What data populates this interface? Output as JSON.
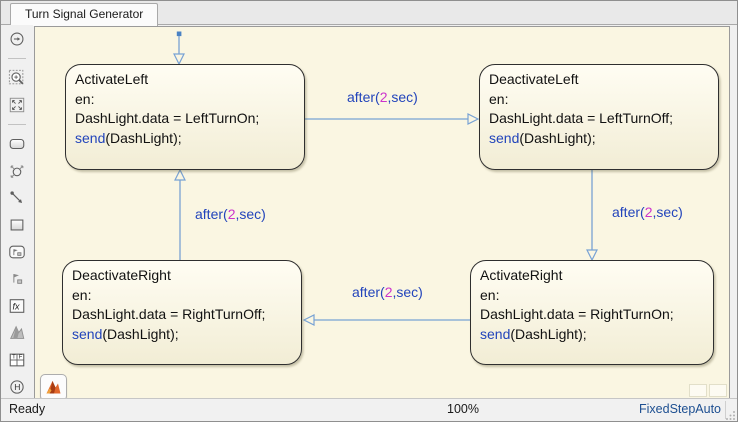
{
  "window": {
    "tab_title": "Turn Signal Generator"
  },
  "toolbar": {
    "icons": [
      "goto-diagram",
      "zoom-to-selection",
      "fit-to-view",
      "state-tool",
      "junction-tool",
      "default-transition-tool",
      "box-tool",
      "atomic-subchart-tool",
      "link-chart-tool",
      "matlab-function-tool",
      "simulink-function-tool",
      "truth-table-tool",
      "history-junction-tool"
    ],
    "glyphs": {
      "fx": "fx",
      "t": "T",
      "f": "F",
      "h": "H"
    }
  },
  "canvas": {
    "states": {
      "activate_left": {
        "title": "ActivateLeft",
        "entry": "en:",
        "action": "DashLight.data = LeftTurnOn;",
        "send_kw": "send",
        "send_rest": "(DashLight);"
      },
      "deactivate_left": {
        "title": "DeactivateLeft",
        "entry": "en:",
        "action": "DashLight.data = LeftTurnOff;",
        "send_kw": "send",
        "send_rest": "(DashLight);"
      },
      "deactivate_right": {
        "title": "DeactivateRight",
        "entry": "en:",
        "action": "DashLight.data = RightTurnOff;",
        "send_kw": "send",
        "send_rest": "(DashLight);"
      },
      "activate_right": {
        "title": "ActivateRight",
        "entry": "en:",
        "action": "DashLight.data = RightTurnOn;",
        "send_kw": "send",
        "send_rest": "(DashLight);"
      }
    },
    "transitions": [
      {
        "id": "default-transition",
        "pre": "",
        "num": "",
        "post": ""
      },
      {
        "id": "activateleft-to-deactivateleft",
        "pre": "after(",
        "num": "2",
        "post": ",sec)"
      },
      {
        "id": "deactivateleft-to-activateright",
        "pre": "after(",
        "num": "2",
        "post": ",sec)"
      },
      {
        "id": "activateright-to-deactivateright",
        "pre": "after(",
        "num": "2",
        "post": ",sec)"
      },
      {
        "id": "deactivateright-to-activateleft",
        "pre": "after(",
        "num": "2",
        "post": ",sec)"
      }
    ]
  },
  "statusbar": {
    "status": "Ready",
    "zoom": "100%",
    "solver": "FixedStepAuto"
  },
  "colors": {
    "canvas_bg": "#faf6e2",
    "state_fill_top": "#fffdf3",
    "state_fill_bottom": "#f2edd5",
    "state_border": "#2f2f2f",
    "transition_line": "#78a2d4",
    "keyword_blue": "#2244bb",
    "number_magenta": "#cc33cc",
    "link_blue": "#1d4f91"
  }
}
